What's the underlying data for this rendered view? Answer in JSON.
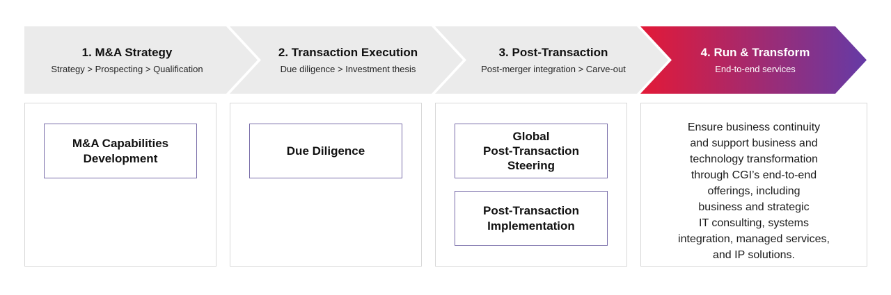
{
  "colors": {
    "chevron_gray": "#ebebeb",
    "gradient_start": "#e31937",
    "gradient_end": "#5f3cab",
    "card_border": "#776ba8",
    "panel_border": "#d8d8d8"
  },
  "steps": [
    {
      "title": "1. M&A Strategy",
      "subtitle": "Strategy > Prospecting > Qualification"
    },
    {
      "title": "2. Transaction Execution",
      "subtitle": "Due diligence > Investment thesis"
    },
    {
      "title": "3. Post-Transaction",
      "subtitle": "Post-merger integration > Carve-out"
    },
    {
      "title": "4. Run & Transform",
      "subtitle": "End-to-end services"
    }
  ],
  "panels": [
    {
      "cards": [
        {
          "label": "M&A Capabilities\nDevelopment"
        }
      ]
    },
    {
      "cards": [
        {
          "label": "Due Diligence"
        }
      ]
    },
    {
      "cards": [
        {
          "label": "Global\nPost-Transaction\nSteering"
        },
        {
          "label": "Post-Transaction\nImplementation"
        }
      ]
    },
    {
      "description": "Ensure business continuity\nand support business and\ntechnology transformation\nthrough CGI’s end-to-end\nofferings, including\nbusiness and strategic\nIT consulting, systems\nintegration, managed services,\nand IP solutions."
    }
  ]
}
